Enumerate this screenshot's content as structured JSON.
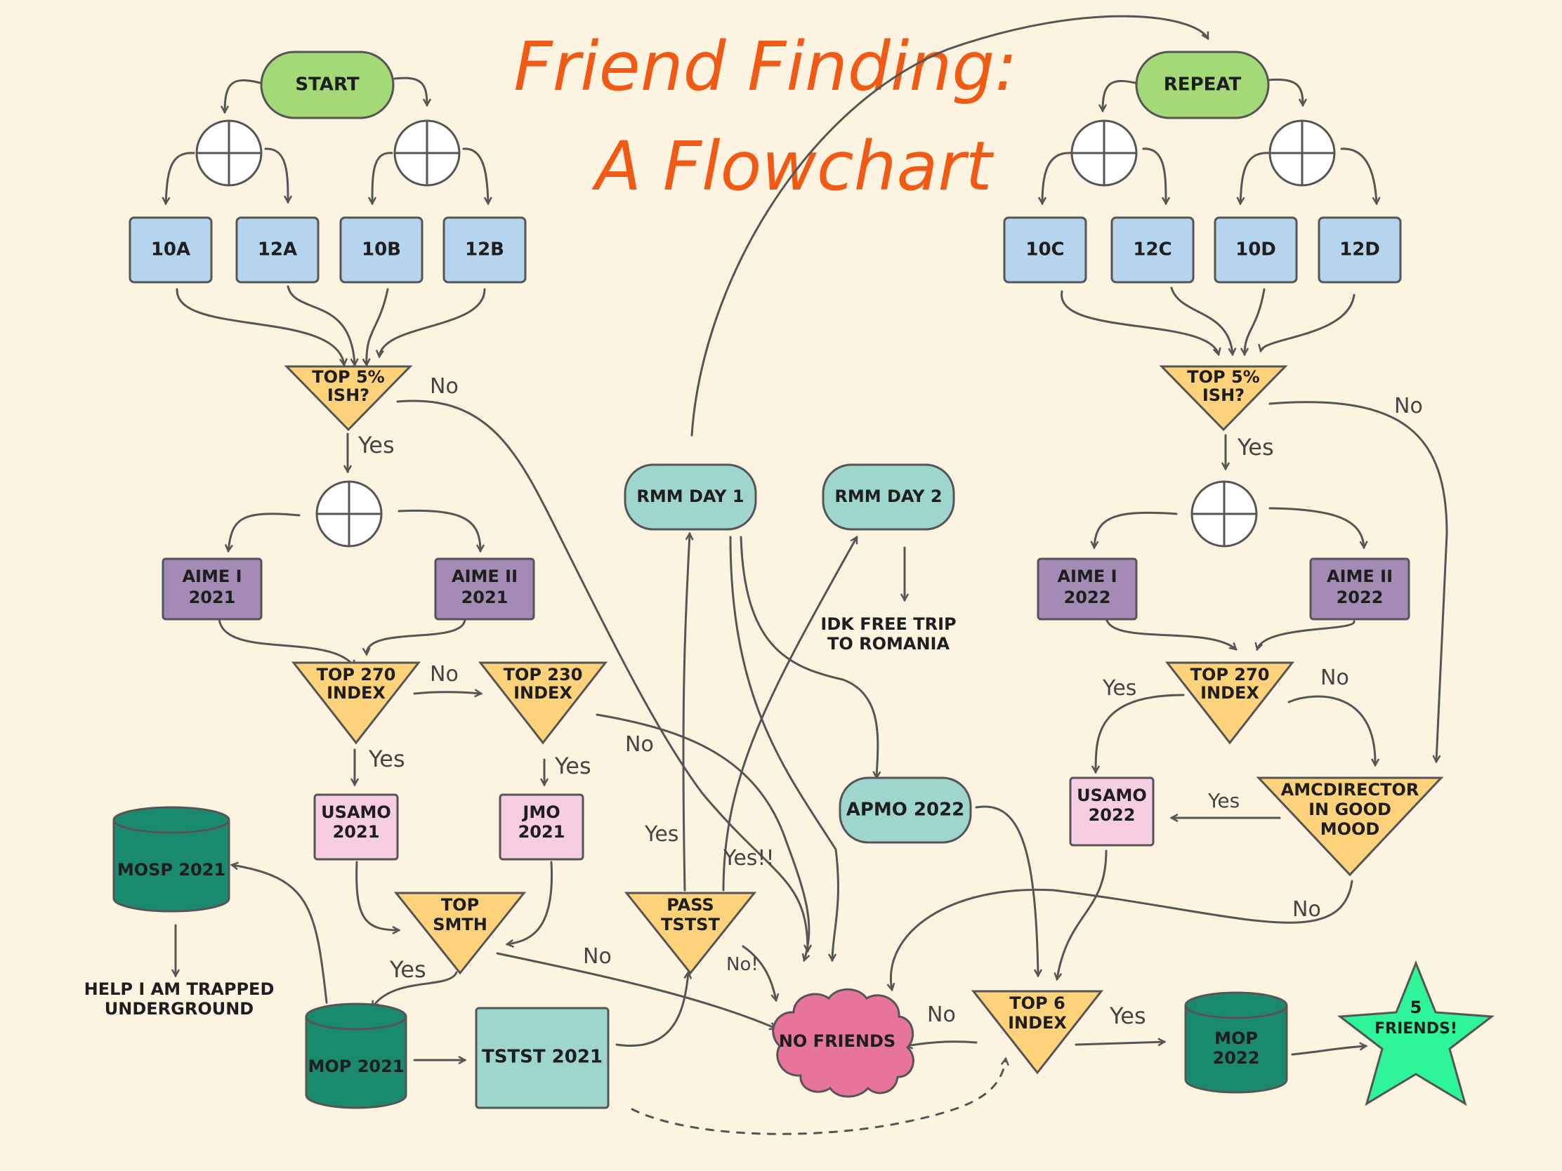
{
  "title": {
    "line1": "Friend Finding:",
    "line2": "A Flowchart"
  },
  "colors": {
    "background": "#fdf3e1",
    "start": "#a3d977",
    "division": "#b5d5ef",
    "aime": "#a48bb5",
    "decision": "#fed27a",
    "usamo": "#f6cde1",
    "mop": "#1a8a6e",
    "rmm": "#9ed6ce",
    "no_friends": "#e7749b",
    "star": "#2ef59a",
    "title": "#f05a14",
    "line": "#555555"
  },
  "nodes": {
    "start": "START",
    "repeat": "REPEAT",
    "d10a": "10A",
    "d12a": "12A",
    "d10b": "10B",
    "d12b": "12B",
    "d10c": "10C",
    "d12c": "12C",
    "d10d": "10D",
    "d12d": "12D",
    "top5_left": [
      "TOP 5%",
      "ISH?"
    ],
    "top5_right": [
      "TOP 5%",
      "ISH?"
    ],
    "aime1_2021": [
      "AIME I",
      "2021"
    ],
    "aime2_2021": [
      "AIME II",
      "2021"
    ],
    "aime1_2022": [
      "AIME I",
      "2022"
    ],
    "aime2_2022": [
      "AIME II",
      "2022"
    ],
    "top270_left": [
      "TOP 270",
      "INDEX"
    ],
    "top230": [
      "TOP 230",
      "INDEX"
    ],
    "top270_right": [
      "TOP 270",
      "INDEX"
    ],
    "usamo2021": [
      "USAMO",
      "2021"
    ],
    "jmo2021": [
      "JMO",
      "2021"
    ],
    "usamo2022": [
      "USAMO",
      "2022"
    ],
    "amcdirector": [
      "AMCDIRECTOR",
      "IN GOOD",
      "MOOD"
    ],
    "mosp2021": "MOSP 2021",
    "mop2021": "MOP 2021",
    "mop2022": [
      "MOP",
      "2022"
    ],
    "topsmth": [
      "TOP",
      "SMTH"
    ],
    "tstst2021": "TSTST 2021",
    "pass_tstst": [
      "PASS",
      "TSTST"
    ],
    "rmm1": "RMM DAY 1",
    "rmm2": "RMM DAY 2",
    "apmo2022": "APMO 2022",
    "no_friends": "NO FRIENDS",
    "top6": [
      "TOP 6",
      "INDEX"
    ],
    "five_friends": [
      "5",
      "FRIENDS!"
    ]
  },
  "notes": {
    "trapped": [
      "HELP I AM TRAPPED",
      "UNDERGROUND"
    ],
    "romania": [
      "IDK FREE TRIP",
      "TO ROMANIA"
    ]
  },
  "edge_labels": {
    "yes": "Yes",
    "no": "No",
    "yes_excl": "Yes!!",
    "no_excl": "No!"
  }
}
